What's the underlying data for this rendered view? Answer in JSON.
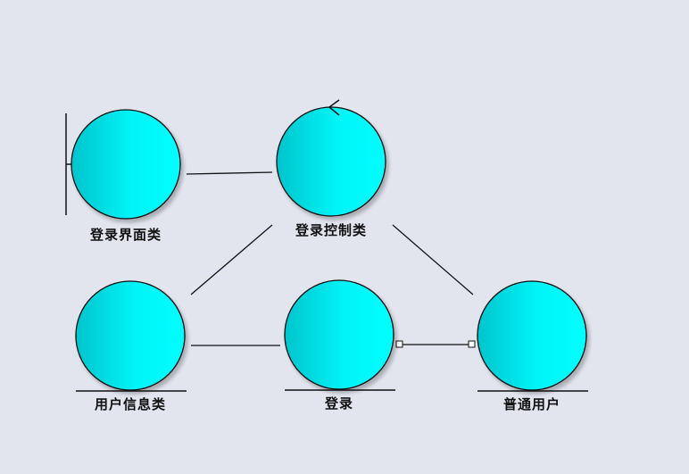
{
  "diagram": {
    "type": "uml-robustness",
    "nodes": [
      {
        "id": "login-ui",
        "kind": "boundary",
        "label": "登录界面类"
      },
      {
        "id": "login-control",
        "kind": "control",
        "label": "登录控制类"
      },
      {
        "id": "user-info",
        "kind": "entity",
        "label": "用户信息类"
      },
      {
        "id": "login",
        "kind": "entity",
        "label": "登录"
      },
      {
        "id": "ordinary-user",
        "kind": "entity",
        "label": "普通用户"
      }
    ],
    "edges": [
      {
        "from": "login-ui",
        "to": "login-control"
      },
      {
        "from": "login-control",
        "to": "user-info"
      },
      {
        "from": "login-control",
        "to": "ordinary-user"
      },
      {
        "from": "user-info",
        "to": "login"
      },
      {
        "from": "login",
        "to": "ordinary-user",
        "style": "square-ends"
      }
    ]
  },
  "colors": {
    "background": "#e2e5ee",
    "node_fill_light": "#00ffff",
    "node_fill_dark": "#00c8d0",
    "stroke": "#111111"
  }
}
